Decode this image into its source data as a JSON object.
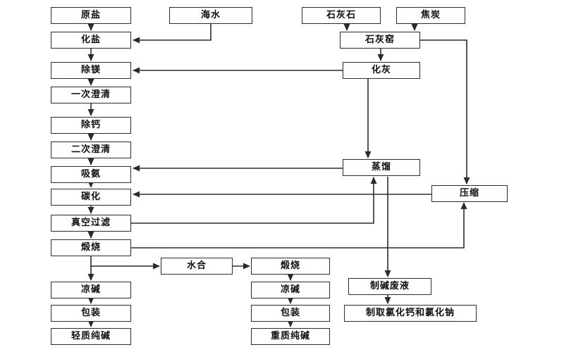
{
  "diagram_type": "process-flowchart",
  "subject": "soda ash (pure alkali) production process",
  "colors": {
    "line": "#2b2b2b",
    "box_border": "#2b2b2b",
    "text": "#111111",
    "background": "#ffffff"
  },
  "nodes": {
    "raw_salt": "原盐",
    "seawater": "海水",
    "limestone": "石灰石",
    "coke": "焦炭",
    "salt_dissolving": "化盐",
    "lime_kiln": "石灰窑",
    "mg_removal": "除镁",
    "lime_slaking": "化灰",
    "first_clarification": "一次澄清",
    "ca_removal": "除钙",
    "second_clarification": "二次澄清",
    "ammonia_absorption": "吸氨",
    "distillation": "蒸馏",
    "carbonation": "碳化",
    "compression": "压缩",
    "vacuum_filtration": "真空过滤",
    "calcination_light": "煅烧",
    "hydration": "水合",
    "calcination_heavy": "煅烧",
    "cooling_light": "凉碱",
    "cooling_heavy": "凉碱",
    "waste_liquid": "制碱废液",
    "packing_light": "包装",
    "packing_heavy": "包装",
    "chloride_production": "制取氯化钙和氯化钠",
    "light_soda_ash": "轻质纯碱",
    "heavy_soda_ash": "重质纯碱"
  }
}
